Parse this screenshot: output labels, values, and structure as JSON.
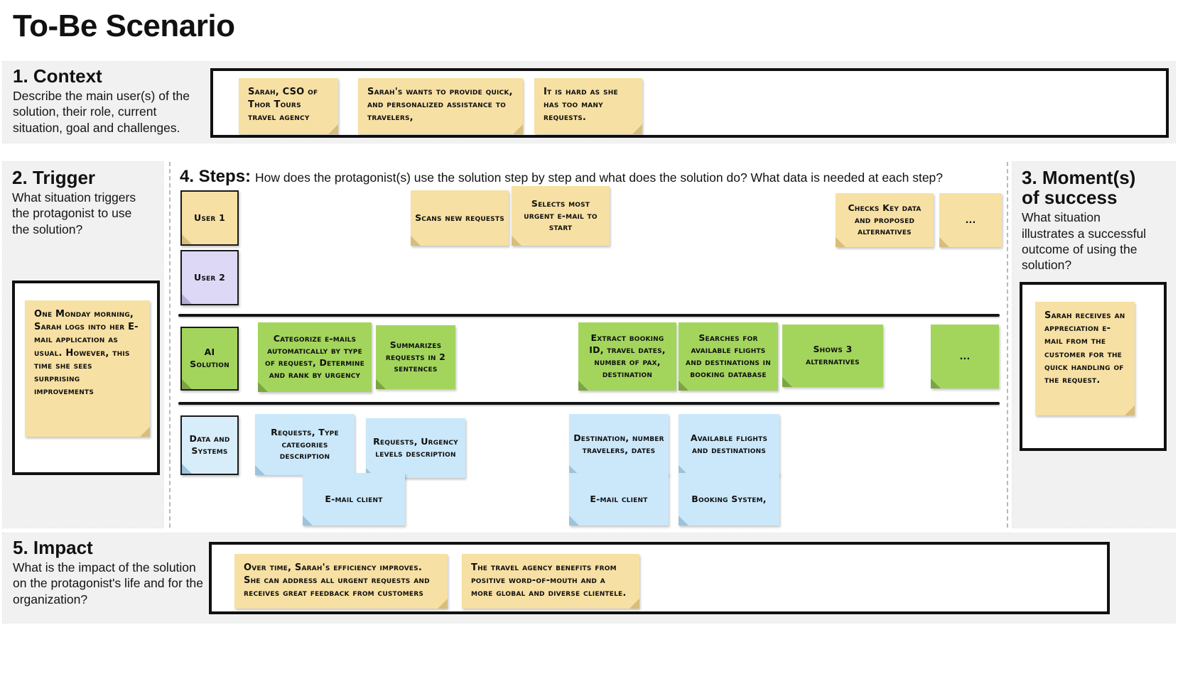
{
  "colors": {
    "sticky-yellow": "#f7e0a3",
    "sticky-yellow-fold": "#d8bd7c",
    "sticky-purple": "#ddd8f6",
    "sticky-purple-fold": "#b3aed6",
    "sticky-green": "#a3d55d",
    "sticky-green-fold": "#7ca443",
    "sticky-blue": "#cbe8fa",
    "sticky-blue-fold": "#9cc3da",
    "panel-gray": "#f1f1f1"
  },
  "page": {
    "title": "To-Be Scenario"
  },
  "context": {
    "title": "1. Context",
    "description": "Describe the main user(s) of the solution, their role, current situation, goal and challenges.",
    "note_role": "Sarah, CSO of Thor Tours travel agency",
    "note_goal": "Sarah's wants to provide quick, and personalized assistance to travelers,",
    "note_challenge": "It is hard as she has too many requests."
  },
  "trigger": {
    "title": "2. Trigger",
    "description": "What situation triggers the protagonist to use the solution?",
    "note": "One Monday morning, Sarah logs into her E-mail application as usual. However, this time she sees surprising improvements"
  },
  "steps": {
    "title": "4. Steps:",
    "question": "How does the protagonist(s) use the solution step by step and what does the solution do? What data is needed at each step?",
    "lanes": {
      "user1": "User 1",
      "user2": "User 2",
      "ai": "AI Solution",
      "data": "Data and Systems"
    },
    "user1_notes": {
      "scan": "Scans new requests",
      "select": "Selects most urgent e-mail to start",
      "check": "Checks Key data and proposed alternatives",
      "more": "..."
    },
    "ai_notes": {
      "categorize": "Categorize e-mails automatically by type of request, Determine and rank by urgency",
      "summarize": "Summarizes requests in 2 sentences",
      "extract": "Extract booking ID, travel dates, number of pax, destination",
      "search": "Searches for available flights and destinations in booking database",
      "show": "Shows 3 alternatives",
      "more": "..."
    },
    "data_notes": {
      "req_type": "Requests, Type categories description",
      "req_urgency": "Requests, Urgency levels description",
      "destination": "Destination, number travelers, dates",
      "available": "Available flights and destinations",
      "email_client_1": "E-mail client",
      "email_client_2": "E-mail client",
      "booking": "Booking System,"
    }
  },
  "success": {
    "title": "3. Moment(s) of success",
    "description": "What situation illustrates a successful outcome of using the solution?",
    "note": "Sarah receives an appreciation e-mail from the customer for the quick handling of the request."
  },
  "impact": {
    "title": "5. Impact",
    "description": "What is the impact of the solution on the protagonist's life and for the organization?",
    "note_efficiency": "Over time, Sarah's efficiency improves. She can address all urgent requests and receives great feedback from customers",
    "note_agency": "The travel agency benefits from positive word-of-mouth and a more global and diverse clientele."
  }
}
